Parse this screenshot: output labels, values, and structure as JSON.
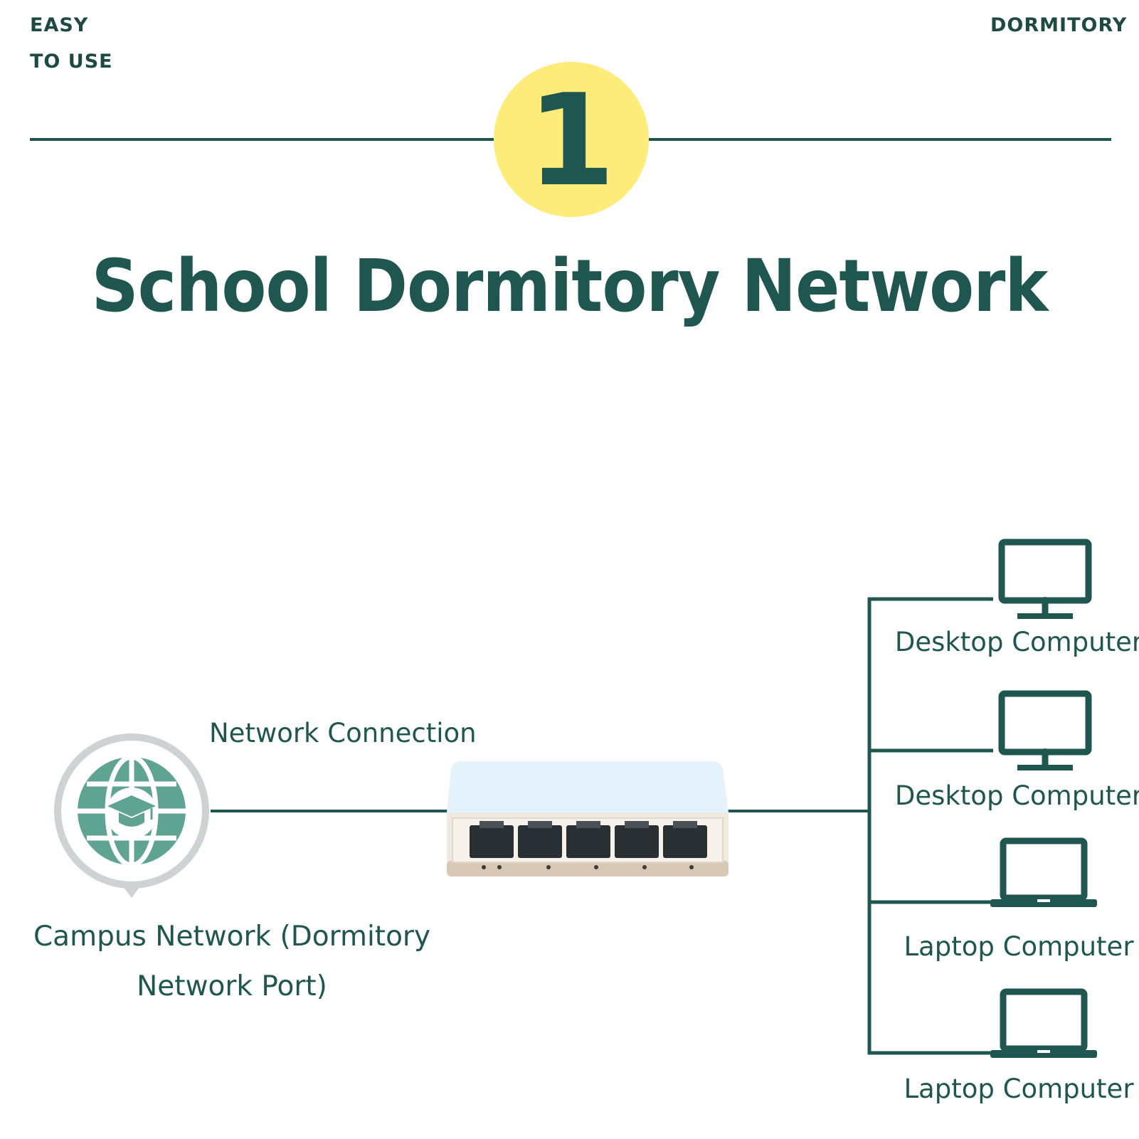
{
  "header": {
    "tag_left_line1": "EASY",
    "tag_left_line2": "TO USE",
    "tag_right": "DORMITORY",
    "step_number": "1",
    "title": "School Dormitory Network"
  },
  "diagram": {
    "source": {
      "label_line1": "Campus Network (Dormitory",
      "label_line2": "Network Port)",
      "icon": "campus-globe-graduation-icon"
    },
    "link_label": "Network Connection",
    "switch": {
      "icon": "ethernet-switch-5-port",
      "ports": 5
    },
    "devices": [
      {
        "label": "Desktop Computer",
        "icon": "desktop-monitor-icon"
      },
      {
        "label": "Desktop Computer",
        "icon": "desktop-monitor-icon"
      },
      {
        "label": "Laptop Computer",
        "icon": "laptop-icon"
      },
      {
        "label": "Laptop Computer",
        "icon": "laptop-icon"
      }
    ]
  },
  "colors": {
    "primary": "#1f5750",
    "accent_yellow": "#fdec7a",
    "globe_teal": "#5fa393",
    "bubble_gray": "#cfd2d4"
  }
}
